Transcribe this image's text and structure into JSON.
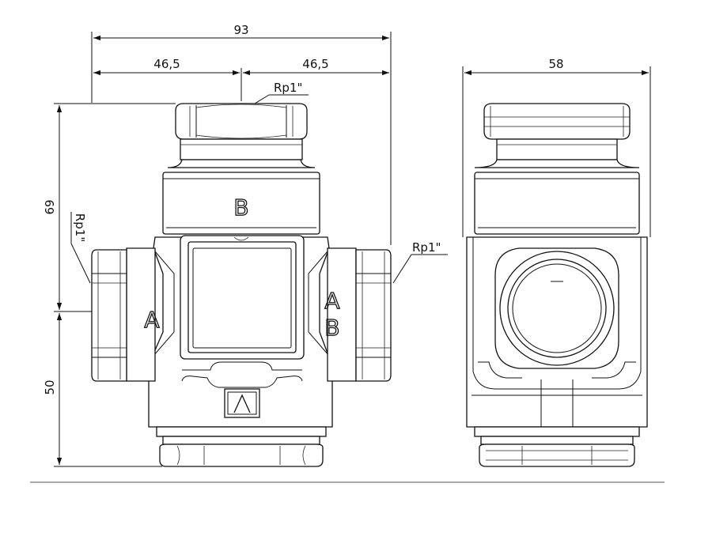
{
  "dimensions": {
    "overall_width": "93",
    "half_width_left": "46,5",
    "half_width_right": "46,5",
    "side_width": "58",
    "upper_height": "69",
    "lower_height": "50"
  },
  "thread_labels": {
    "top": "Rp1\"",
    "left": "Rp1\"",
    "right": "Rp1\""
  },
  "port_labels": {
    "top": "B",
    "left": "A",
    "right_upper": "A",
    "right_lower": "B"
  }
}
